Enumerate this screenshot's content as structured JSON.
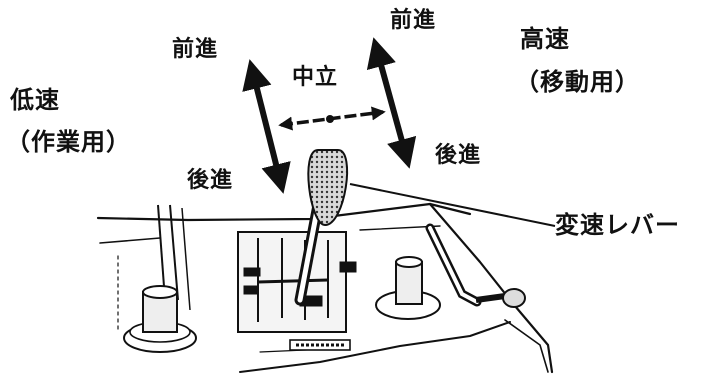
{
  "labels": {
    "low_speed": "低速",
    "low_speed_use": "（作業用）",
    "high_speed": "高速",
    "high_speed_use": "（移動用）",
    "neutral": "中立",
    "forward_left": "前進",
    "reverse_left": "後進",
    "forward_right": "前進",
    "reverse_right": "後進",
    "shift_lever": "変速レバー"
  },
  "colors": {
    "ink": "#111111",
    "paper": "#ffffff"
  }
}
